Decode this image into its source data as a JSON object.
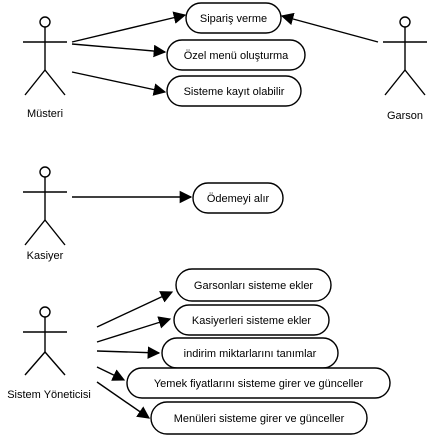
{
  "actors": [
    {
      "id": "musteri",
      "label": "Müsteri"
    },
    {
      "id": "garson",
      "label": "Garson"
    },
    {
      "id": "kasiyer",
      "label": "Kasiyer"
    },
    {
      "id": "yonetici",
      "label": "Sistem Yöneticisi"
    }
  ],
  "use_cases": [
    {
      "id": "siparis",
      "label": "Sipariş verme"
    },
    {
      "id": "ozel",
      "label": "Özel menü oluşturma"
    },
    {
      "id": "kayit",
      "label": "Sisteme kayıt olabilir"
    },
    {
      "id": "odeme",
      "label": "Ödemeyi alır"
    },
    {
      "id": "garsonlar",
      "label": "Garsonları sisteme ekler"
    },
    {
      "id": "kasiyerler",
      "label": "Kasiyerleri sisteme ekler"
    },
    {
      "id": "indirim",
      "label": "indirim miktarlarını tanımlar"
    },
    {
      "id": "fiyat",
      "label": "Yemek fiyatlarını sisteme girer ve günceller"
    },
    {
      "id": "menu",
      "label": "Menüleri sisteme girer ve günceller"
    }
  ],
  "associations": [
    {
      "from": "musteri",
      "to": "siparis"
    },
    {
      "from": "musteri",
      "to": "ozel"
    },
    {
      "from": "musteri",
      "to": "kayit"
    },
    {
      "from": "garson",
      "to": "siparis"
    },
    {
      "from": "kasiyer",
      "to": "odeme"
    },
    {
      "from": "yonetici",
      "to": "garsonlar"
    },
    {
      "from": "yonetici",
      "to": "kasiyerler"
    },
    {
      "from": "yonetici",
      "to": "indirim"
    },
    {
      "from": "yonetici",
      "to": "fiyat"
    },
    {
      "from": "yonetici",
      "to": "menu"
    }
  ]
}
